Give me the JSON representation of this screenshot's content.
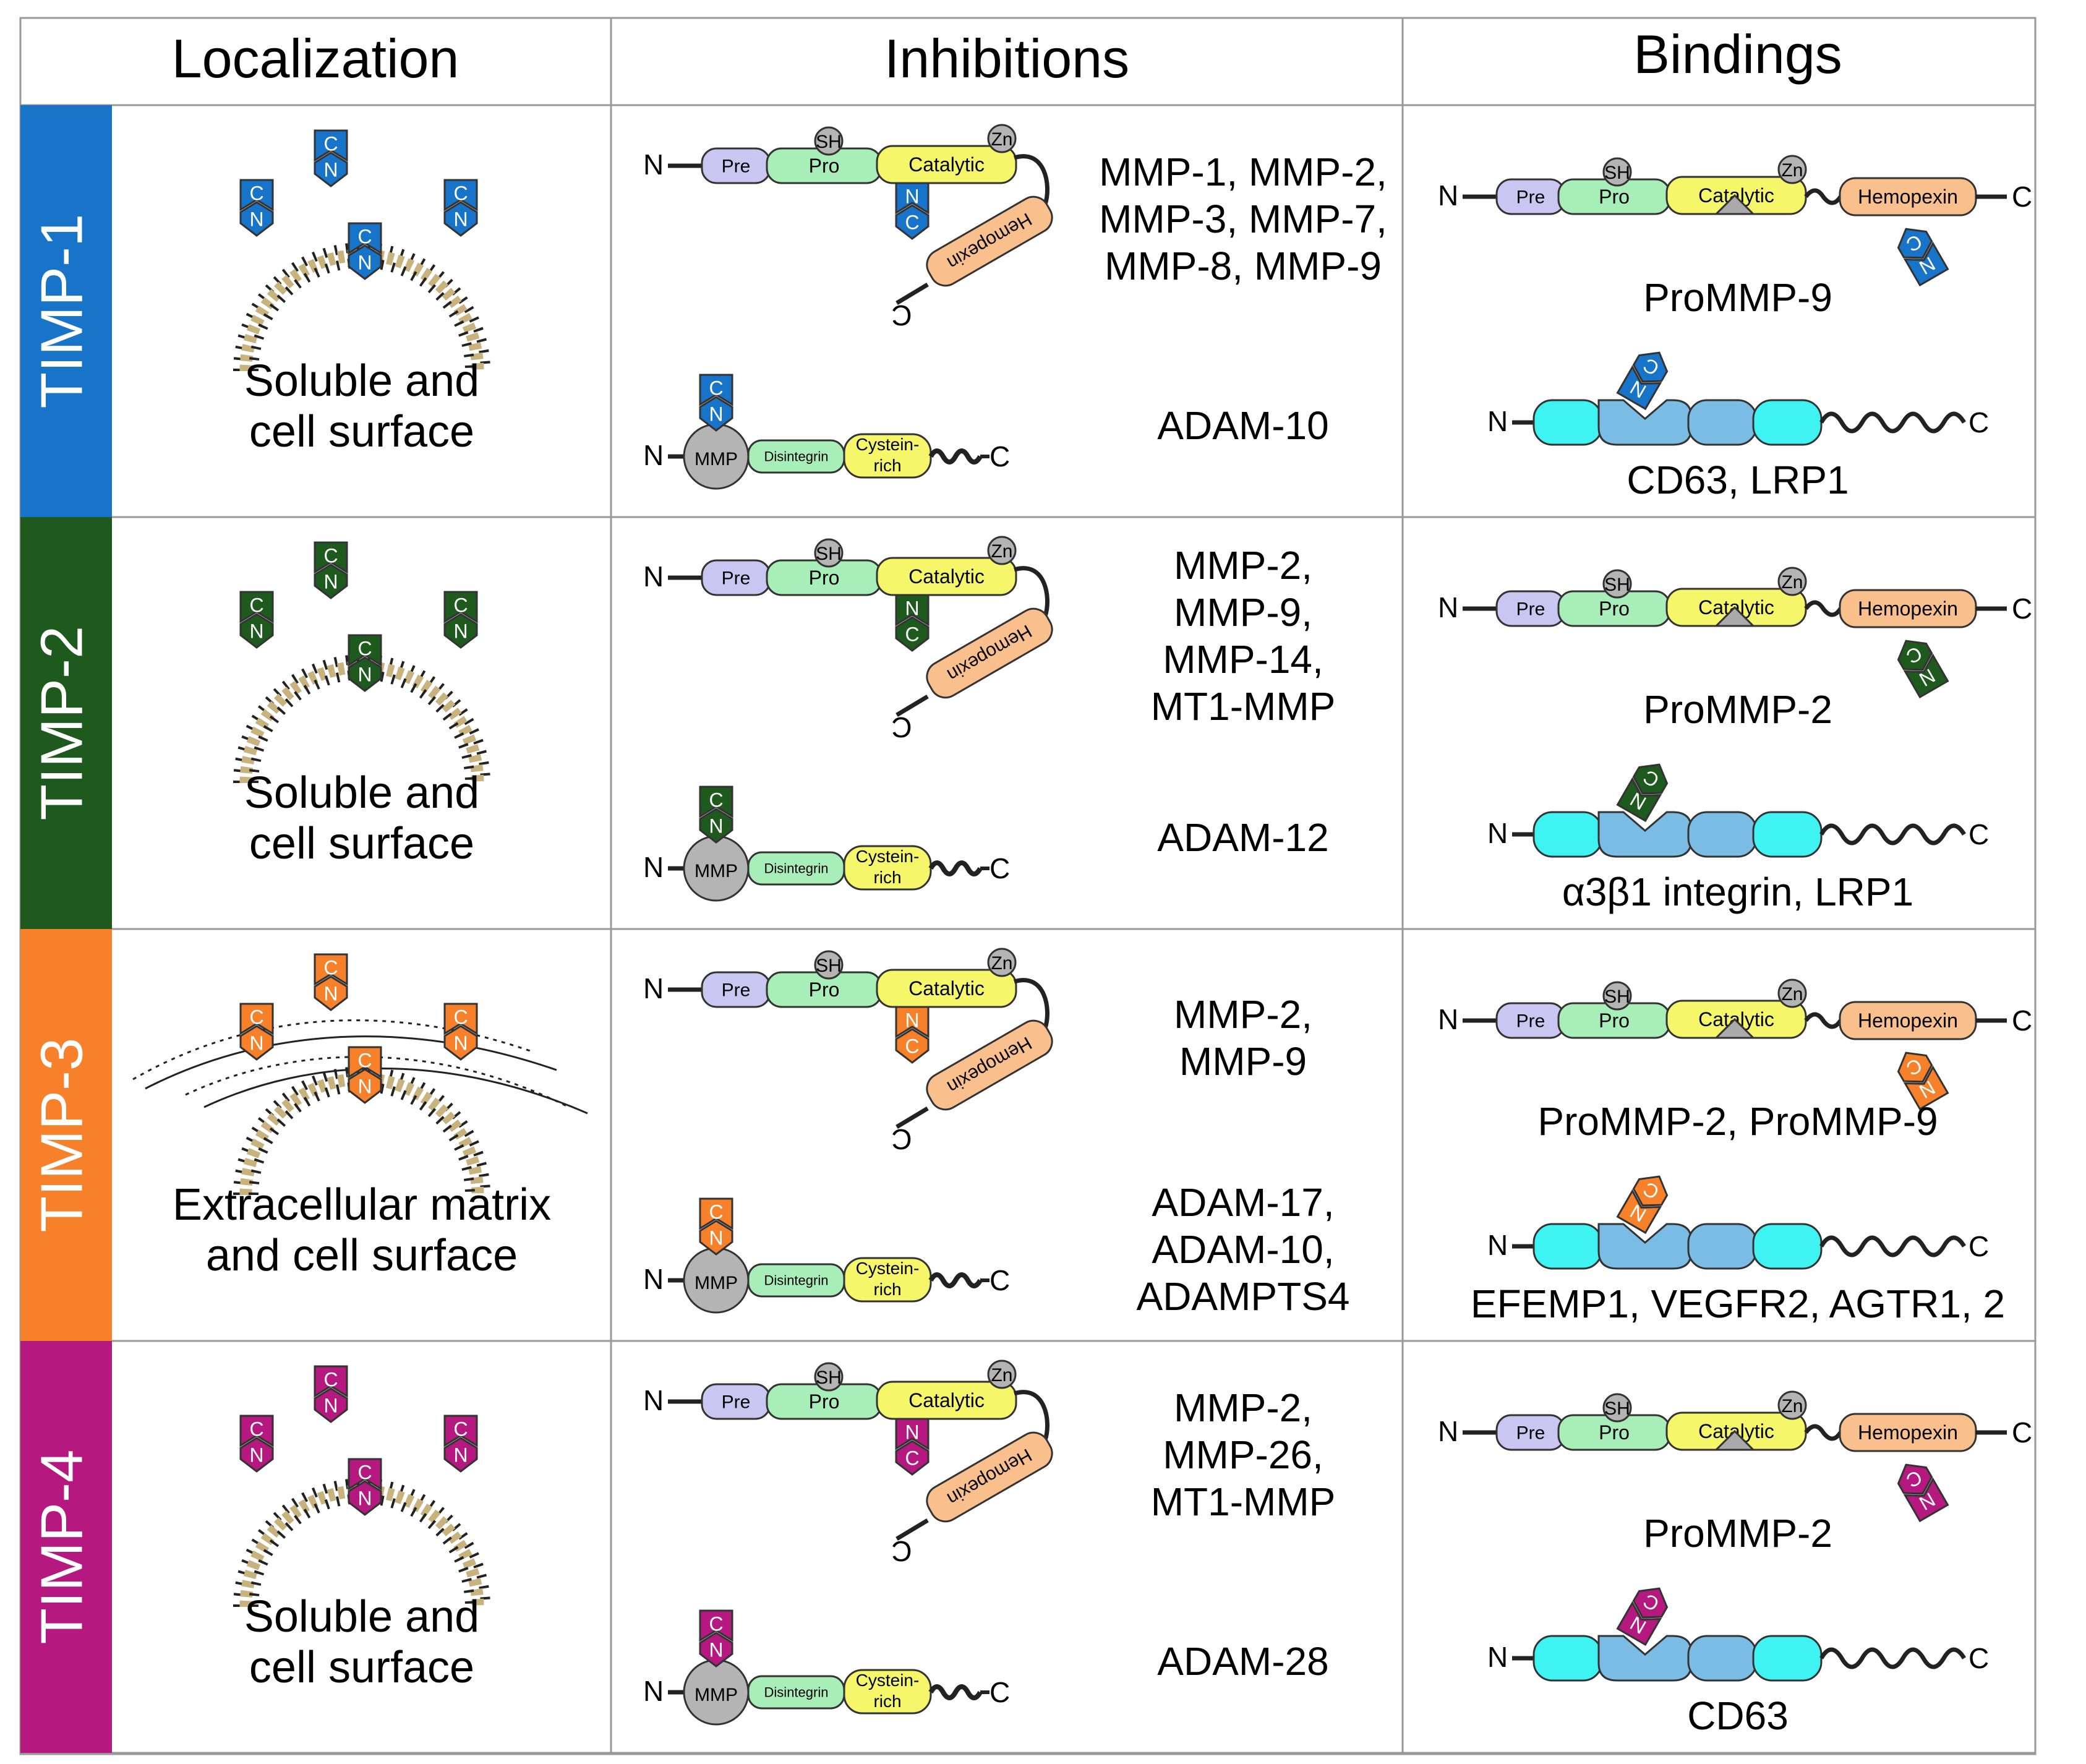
{
  "headers": {
    "localization": "Localization",
    "inhibitions": "Inhibitions",
    "bindings": "Bindings"
  },
  "glyphs": {
    "n": "N",
    "c": "C",
    "sh": "SH",
    "zn": "Zn"
  },
  "domain_labels": {
    "pre": "Pre",
    "pro": "Pro",
    "catalytic": "Catalytic",
    "hemopexin": "Hemopexin",
    "mmp": "MMP",
    "disintegrin": "Disintegrin",
    "cystein_1": "Cystein-",
    "cystein_2": "rich"
  },
  "colors": {
    "timp1": "#1874c9",
    "timp2": "#1e5a1e",
    "timp3": "#f7812a",
    "timp4": "#b5197f",
    "pre": "#c9c7f2",
    "pro": "#a8eeb8",
    "catalytic": "#f6f66a",
    "hemopexin": "#f9c08d",
    "receptor_light": "#3ff3f3",
    "receptor_dark": "#7bbce4",
    "mmp_grey": "#b4b4b4",
    "membrane": "#c8b27e"
  },
  "rows": [
    {
      "name": "TIMP-1",
      "color": "#1874c9",
      "localization": [
        "Soluble and",
        "cell surface"
      ],
      "ecm": false,
      "inhibit_mmp": [
        "MMP-1, MMP-2,",
        "MMP-3, MMP-7,",
        "MMP-8, MMP-9"
      ],
      "inhibit_adam": [
        "ADAM-10"
      ],
      "bind_mmp": [
        "ProMMP-9"
      ],
      "bind_receptor": [
        "CD63, LRP1"
      ]
    },
    {
      "name": "TIMP-2",
      "color": "#1e5a1e",
      "localization": [
        "Soluble and",
        "cell surface"
      ],
      "ecm": false,
      "inhibit_mmp": [
        "MMP-2,",
        "MMP-9,",
        "MMP-14,",
        "MT1-MMP"
      ],
      "inhibit_adam": [
        "ADAM-12"
      ],
      "bind_mmp": [
        "ProMMP-2"
      ],
      "bind_receptor": [
        "α3β1 integrin, LRP1"
      ]
    },
    {
      "name": "TIMP-3",
      "color": "#f7812a",
      "localization": [
        "Extracellular matrix",
        "and cell surface"
      ],
      "ecm": true,
      "inhibit_mmp": [
        "MMP-2,",
        "MMP-9"
      ],
      "inhibit_adam": [
        "ADAM-17,",
        "ADAM-10,",
        "ADAMPTS4"
      ],
      "bind_mmp": [
        "ProMMP-2, ProMMP-9"
      ],
      "bind_receptor": [
        "EFEMP1, VEGFR2, AGTR1, 2"
      ]
    },
    {
      "name": "TIMP-4",
      "color": "#b5197f",
      "localization": [
        "Soluble and",
        "cell surface"
      ],
      "ecm": false,
      "inhibit_mmp": [
        "MMP-2,",
        "MMP-26,",
        "MT1-MMP"
      ],
      "inhibit_adam": [
        "ADAM-28"
      ],
      "bind_mmp": [
        "ProMMP-2"
      ],
      "bind_receptor": [
        "CD63"
      ]
    }
  ]
}
